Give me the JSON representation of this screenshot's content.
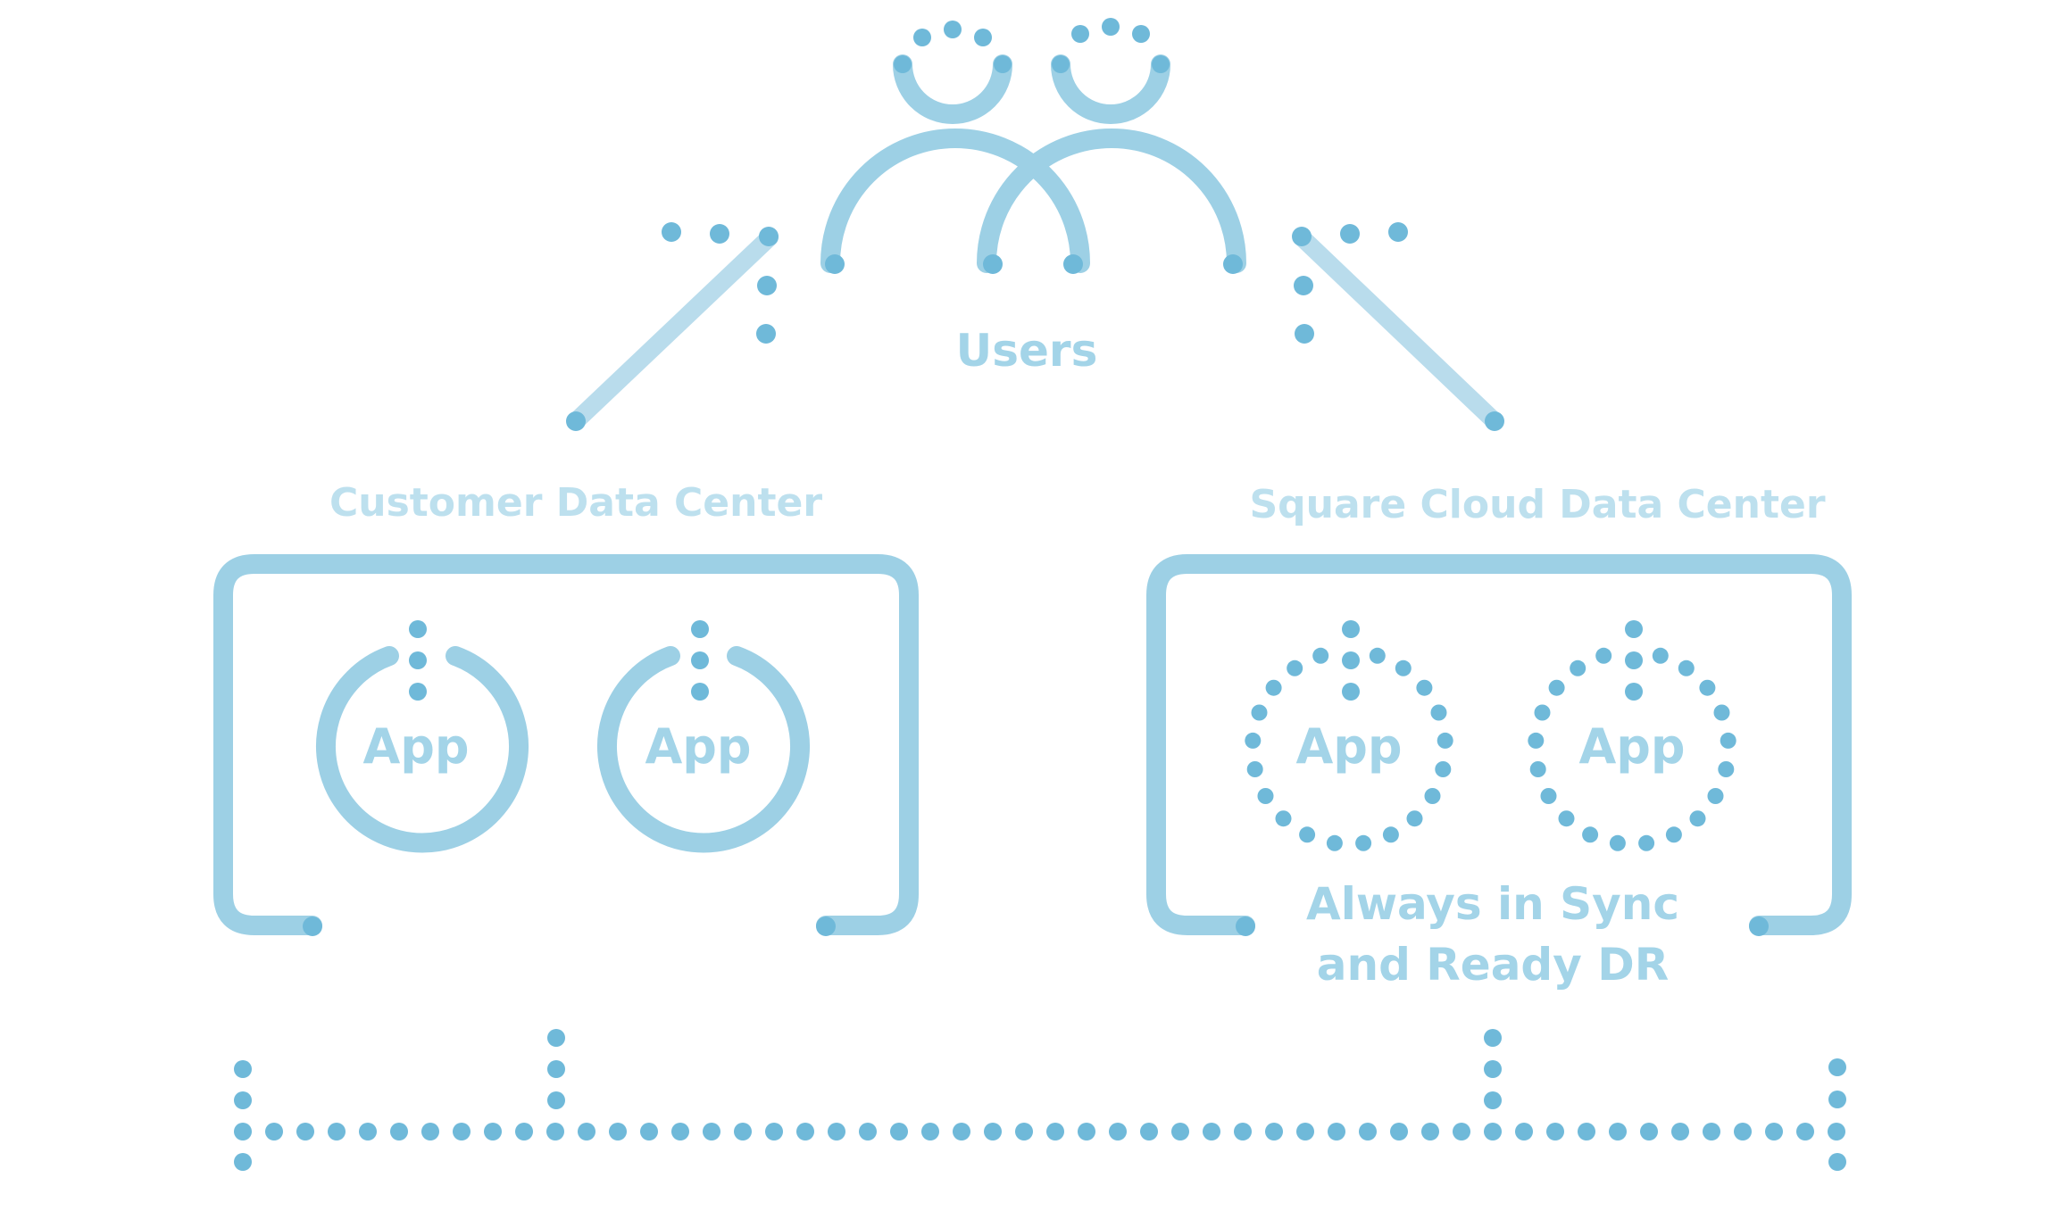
{
  "diagram": {
    "users_label": "Users",
    "left_center": {
      "title": "Customer Data Center",
      "apps": [
        "App",
        "App"
      ]
    },
    "right_center": {
      "title": "Square Cloud Data Center",
      "apps": [
        "App",
        "App"
      ],
      "note_line1": "Always in Sync",
      "note_line2": "and Ready DR"
    }
  },
  "colors": {
    "main": "#9dd0e5",
    "light": "#b9dcec",
    "dot": "#6fb9d9",
    "label": "#a3d4e8",
    "label_light": "#bde0ee"
  }
}
